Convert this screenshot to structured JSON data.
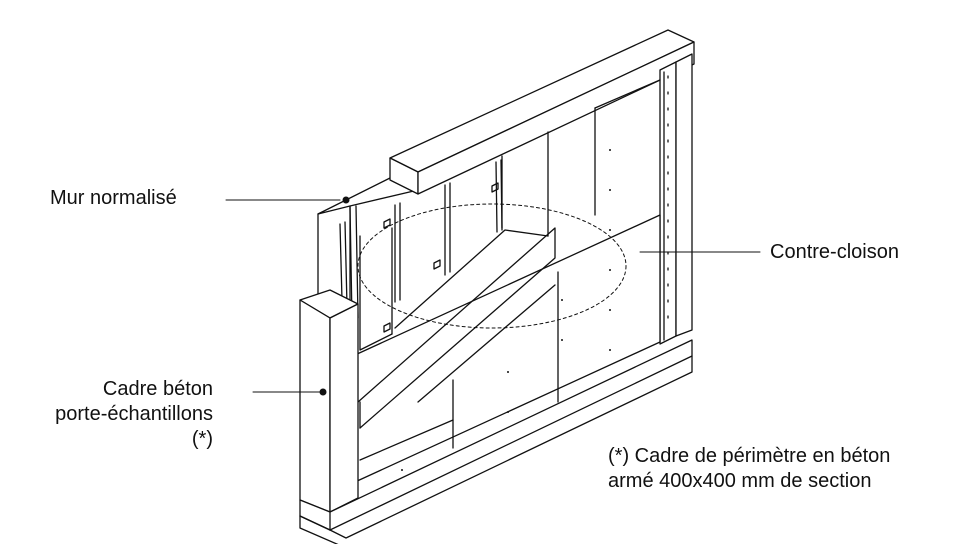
{
  "labels": {
    "mur_normalise": "Mur normalisé",
    "contre_cloison": "Contre-cloison",
    "cadre_line1": "Cadre béton",
    "cadre_line2": "porte-échantillons",
    "cadre_line3": "(*)",
    "note_line1": "(*) Cadre de périmètre en béton",
    "note_line2": "armé 400x400 mm de section"
  },
  "colors": {
    "line": "#111111",
    "background": "#ffffff"
  }
}
